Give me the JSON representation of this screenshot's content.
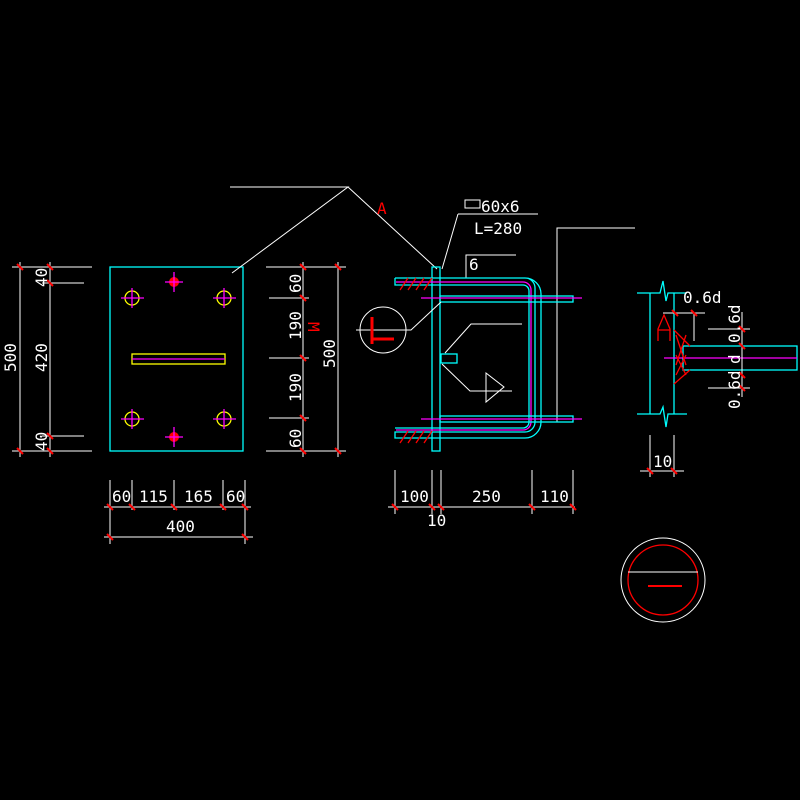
{
  "colors": {
    "background": "#000000",
    "plate": "#00ffff",
    "centerline": "#ff00ff",
    "bolt": "#ffff00",
    "weld": "#ff0000",
    "dimension": "#ffffff"
  },
  "plan_view": {
    "left_dims": {
      "total": "500",
      "top": "40",
      "middle": "420",
      "bottom": "40"
    },
    "right_dims": {
      "total": "500",
      "d1": "60",
      "d2": "190",
      "d3": "190",
      "d4": "60",
      "mark": "M"
    },
    "bottom_dims": {
      "d1": "60",
      "d2": "115",
      "d3": "165",
      "d4": "60",
      "total": "400"
    }
  },
  "section_view": {
    "section_label": "A",
    "plate_spec": "60x6",
    "plate_length": "L=280",
    "weld_size": "6",
    "dims": {
      "d1": "100",
      "d2": "250",
      "d3": "110",
      "plate_thickness": "10"
    }
  },
  "detail_A": {
    "label": "A",
    "top_weld": "0.6d",
    "dim_upper": "0.6d",
    "dim_mid": "d",
    "dim_lower": "0.6d",
    "plate_thickness": "10"
  }
}
